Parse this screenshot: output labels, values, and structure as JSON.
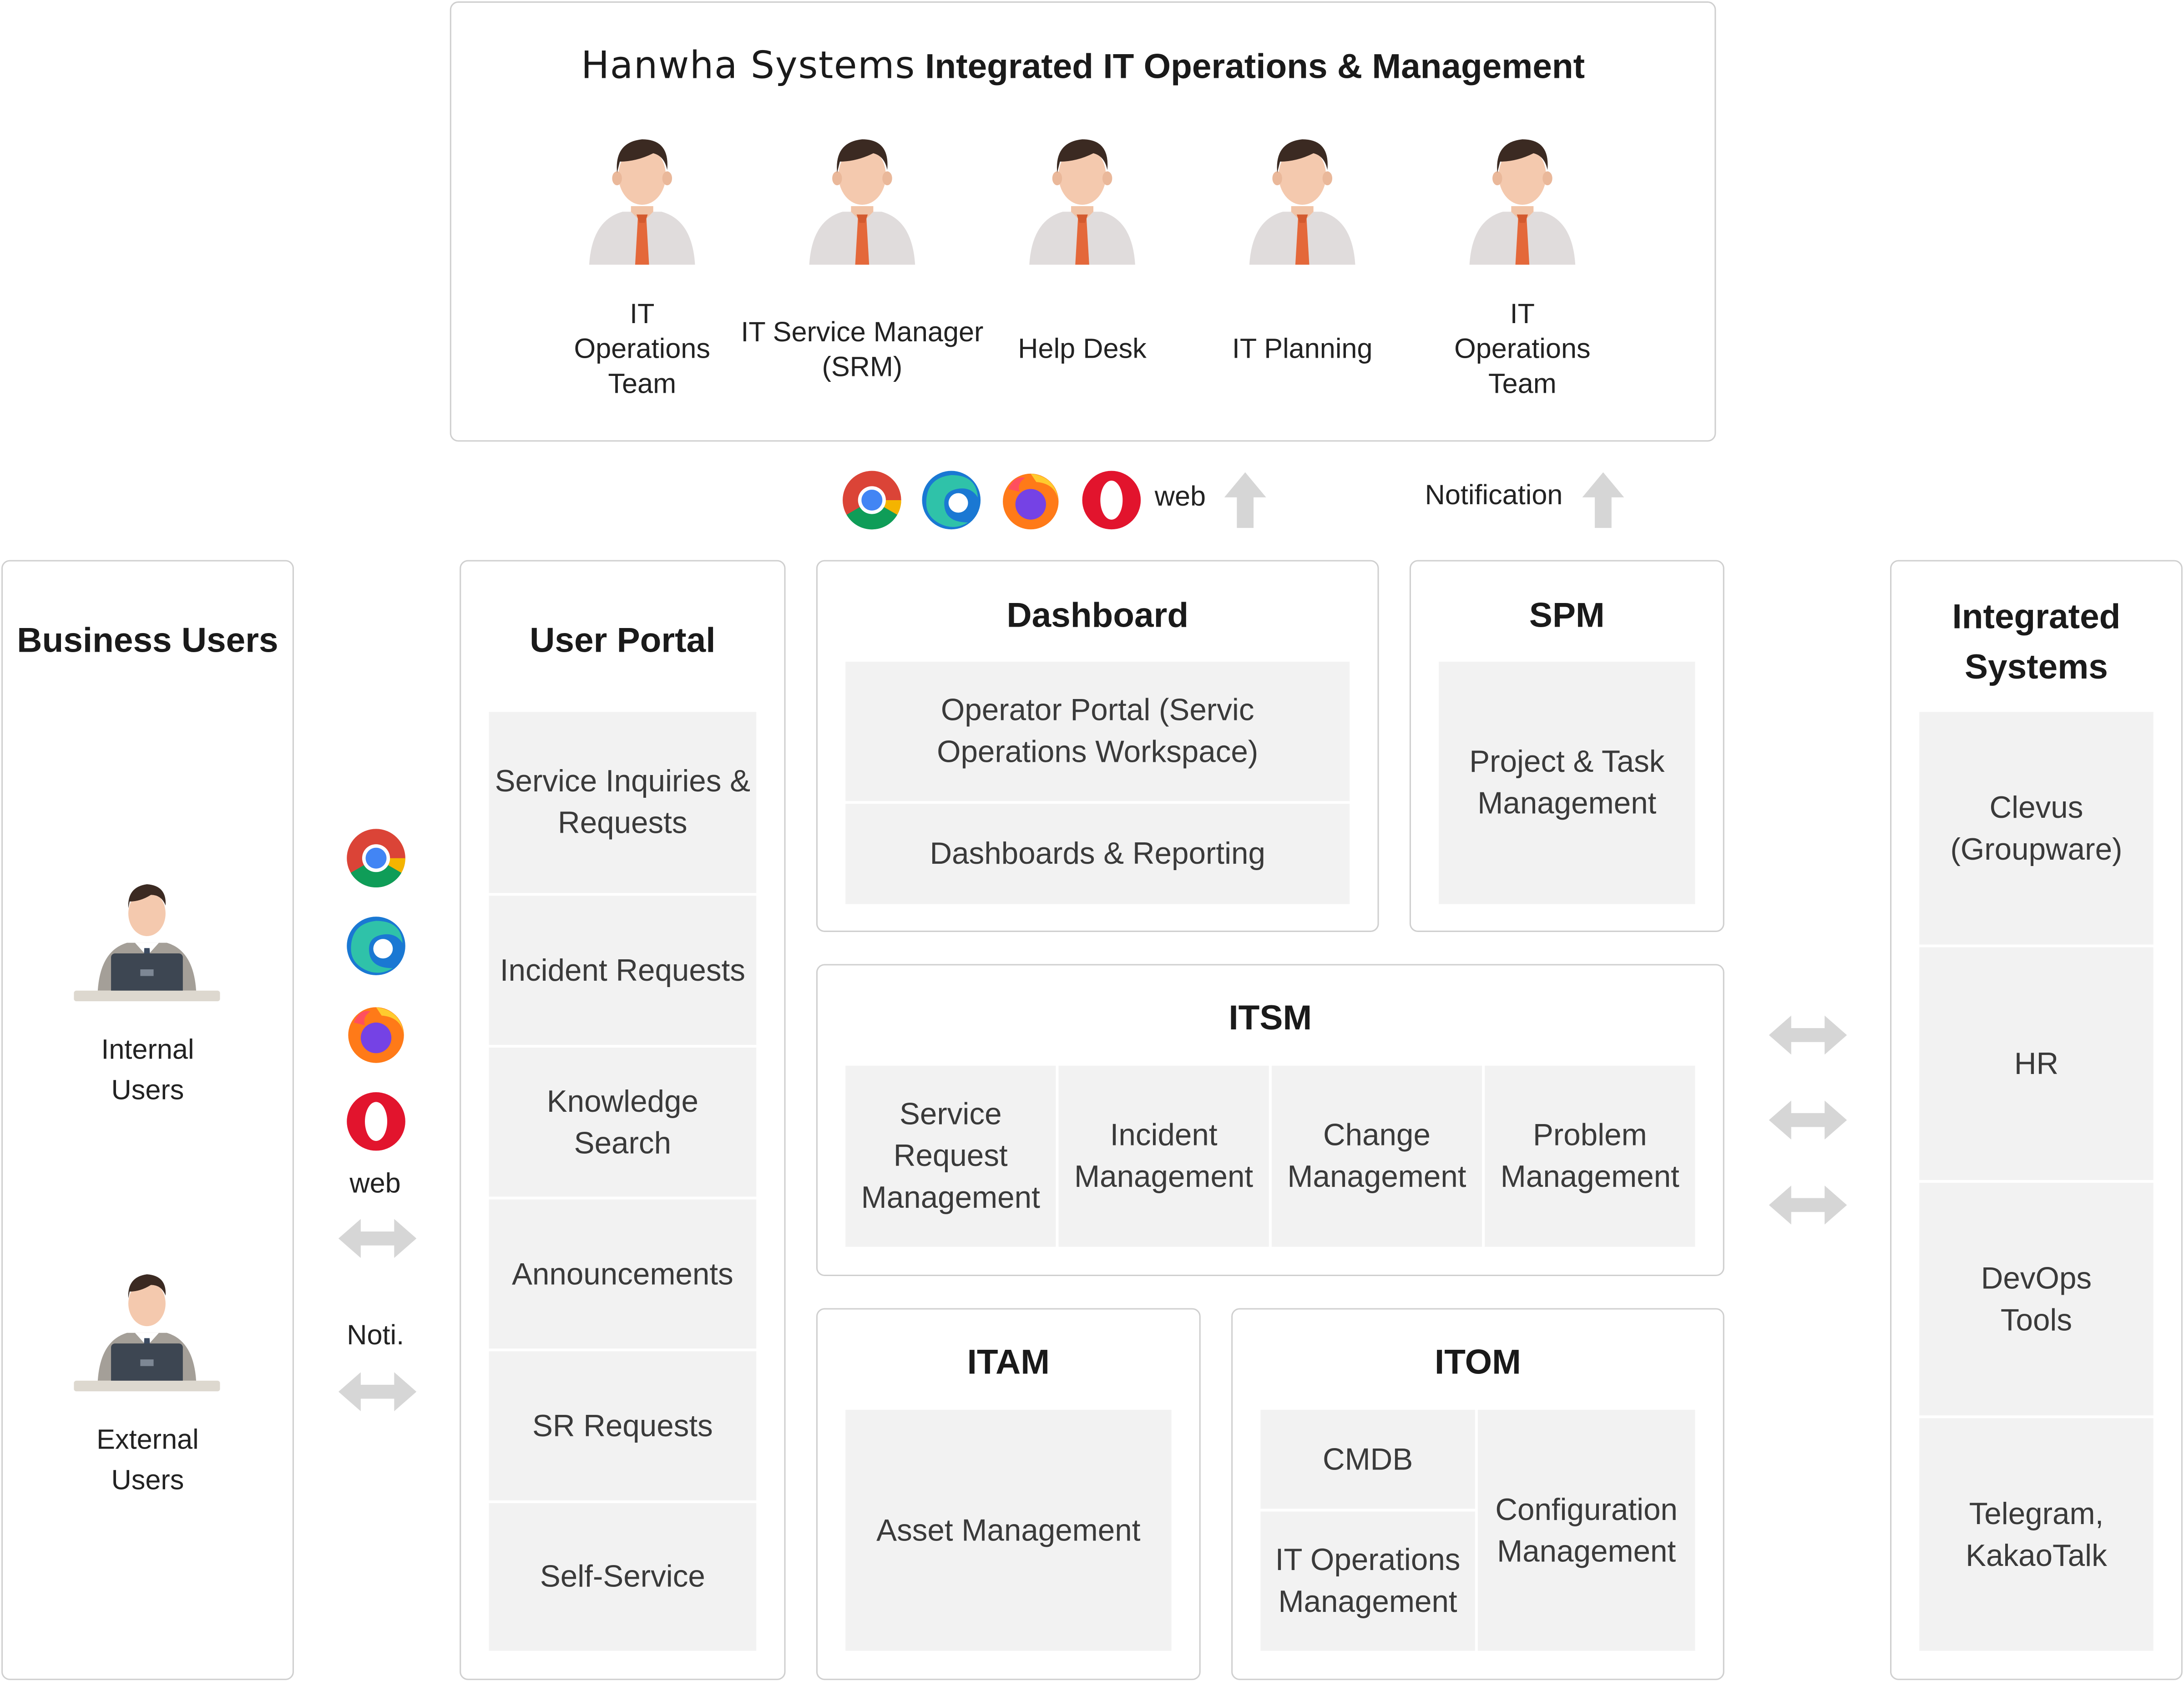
{
  "top_panel": {
    "brand": "Hanwha Systems",
    "title": "Integrated IT Operations & Management",
    "roles": [
      "IT Operations Team",
      "IT Service Manager (SRM)",
      "Help Desk",
      "IT Planning",
      "IT Operations Team"
    ]
  },
  "channel_top": {
    "web_label": "web",
    "notification_label": "Notification"
  },
  "business_users": {
    "title": "Business Users",
    "internal": [
      "Internal",
      "Users"
    ],
    "external": [
      "External",
      "Users"
    ]
  },
  "channel_left": {
    "web_label": "web",
    "noti_label": "Noti."
  },
  "user_portal": {
    "title": "User Portal",
    "items": [
      "Service Inquiries & Requests",
      "Incident Requests",
      "Knowledge Search",
      "Announcements",
      "SR Requests",
      "Self-Service"
    ]
  },
  "dashboard": {
    "title": "Dashboard",
    "items": [
      "Operator Portal  (Servic Operations Workspace)",
      "Dashboards & Reporting"
    ]
  },
  "spm": {
    "title": "SPM",
    "item": "Project & Task Management"
  },
  "itsm": {
    "title": "ITSM",
    "items": [
      "Service Request Management",
      "Incident Management",
      "Change Management",
      "Problem Management"
    ]
  },
  "itam": {
    "title": "ITAM",
    "item": "Asset Management"
  },
  "itom": {
    "title": "ITOM",
    "cmdb": "CMDB",
    "ops": "IT Operations Management",
    "config": "Configuration Management"
  },
  "integrated_systems": {
    "title": "Integrated Systems",
    "items": [
      "Clevus (Groupware)",
      "HR",
      "DevOps Tools",
      "Telegram, KakaoTalk"
    ]
  },
  "icons": {
    "person_roles": "office-worker-icon",
    "person_users": "laptop-user-icon",
    "browsers": [
      "chrome-icon",
      "edge-icon",
      "firefox-icon",
      "opera-icon"
    ],
    "arrows": [
      "up-arrow-icon",
      "double-arrow-icon"
    ]
  },
  "colors": {
    "tie": "#e4683a",
    "shirt": "#e0dcdc",
    "skin": "#f4c9ae",
    "hair": "#3b2a22",
    "border": "#cfcfcf",
    "cell": "#f2f2f2",
    "arrow": "#d6d6d6"
  }
}
